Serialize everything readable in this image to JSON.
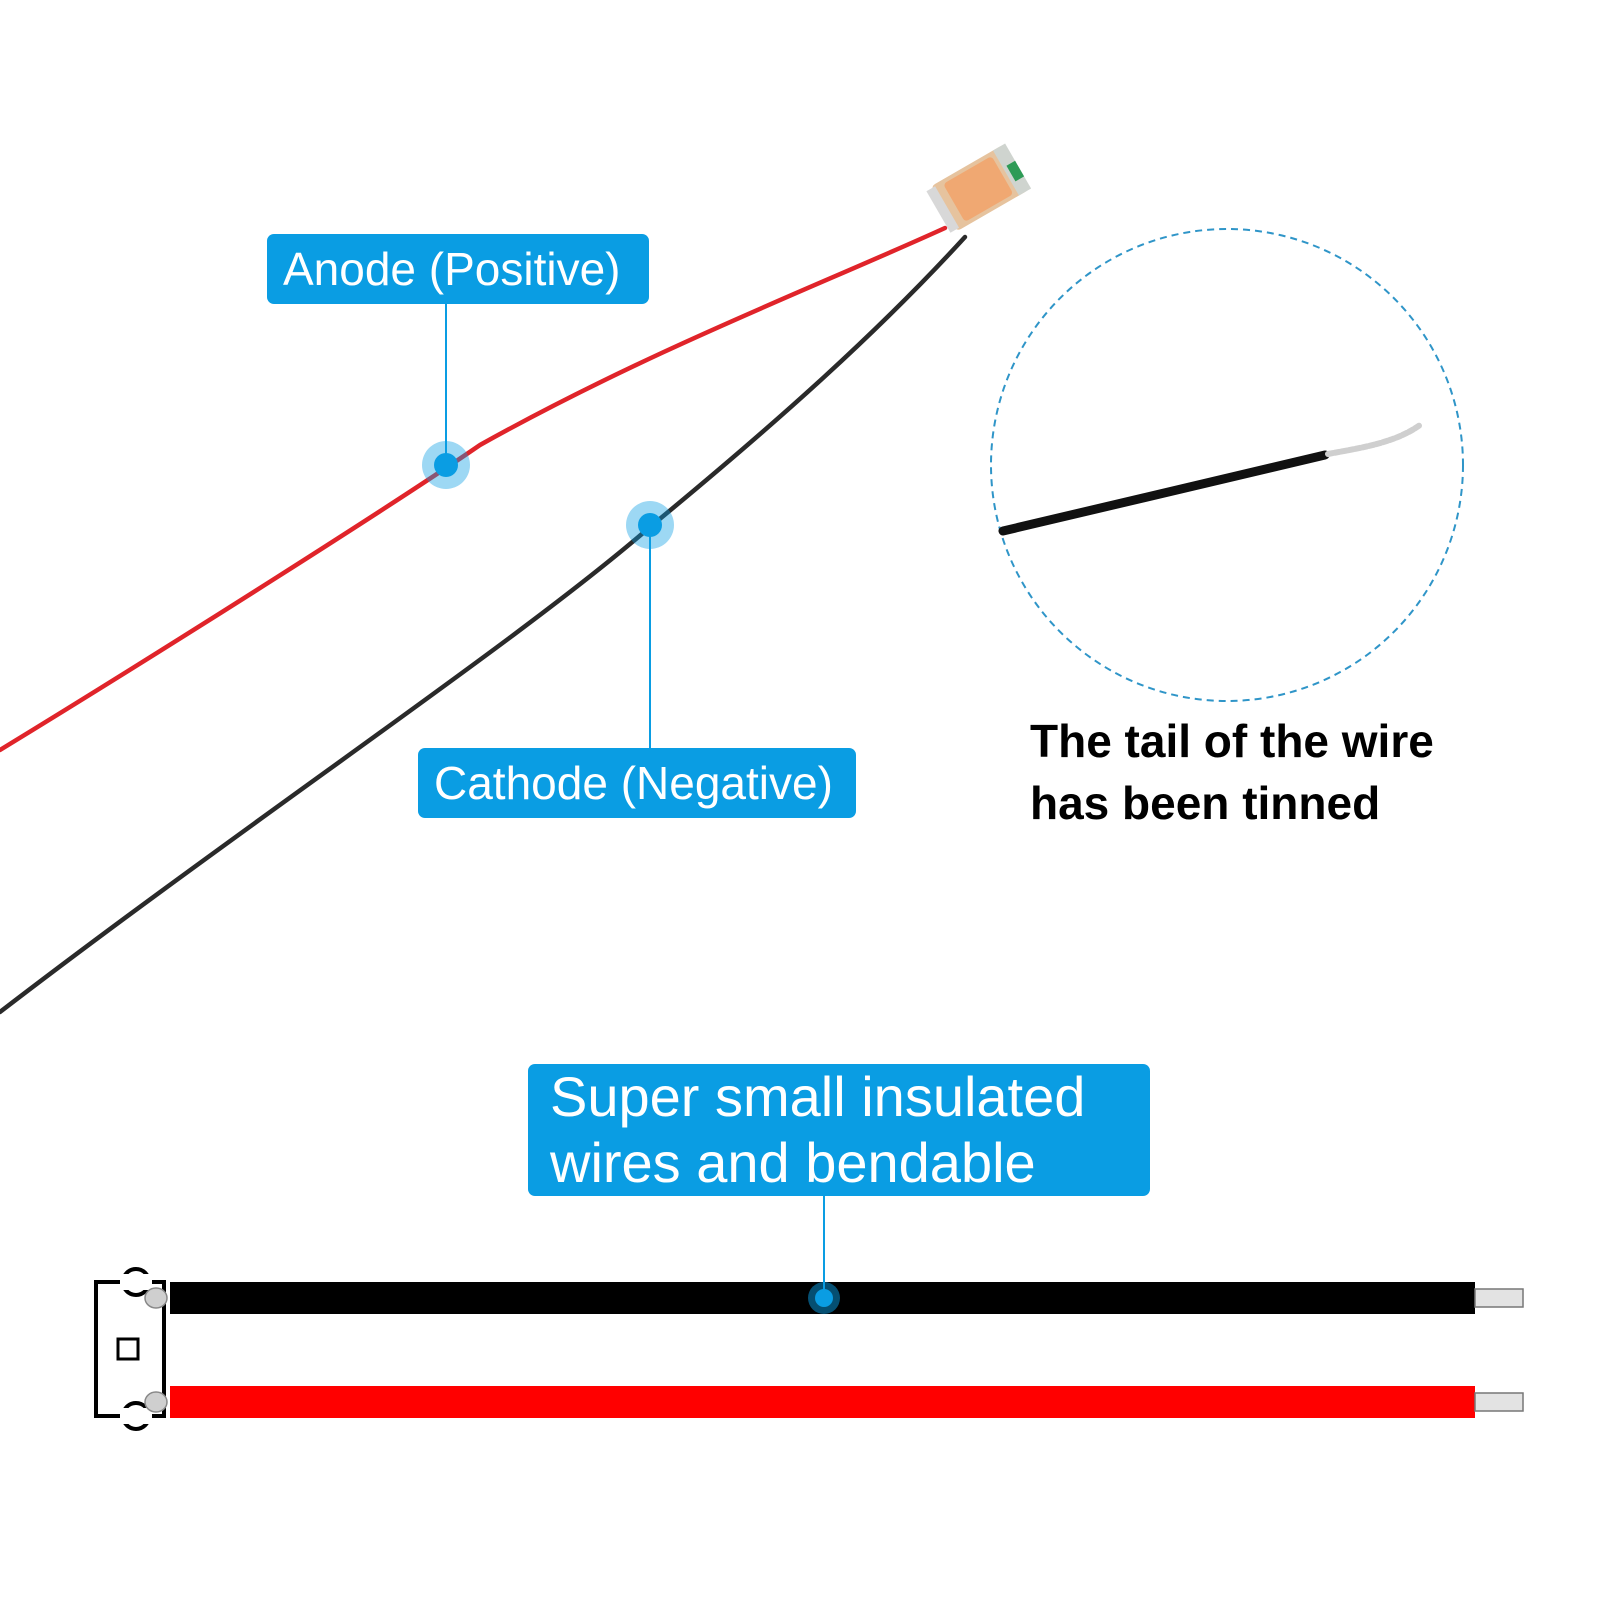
{
  "callouts": {
    "anode": "Anode (Positive)",
    "cathode": "Cathode (Negative)",
    "wires_line1": "Super small insulated",
    "wires_line2": "wires and bendable"
  },
  "caption": {
    "line1": "The tail of the wire",
    "line2": "has been tinned"
  },
  "colors": {
    "accent": "#0a9de3",
    "red_wire": "#ff0000",
    "black_wire": "#000000"
  }
}
